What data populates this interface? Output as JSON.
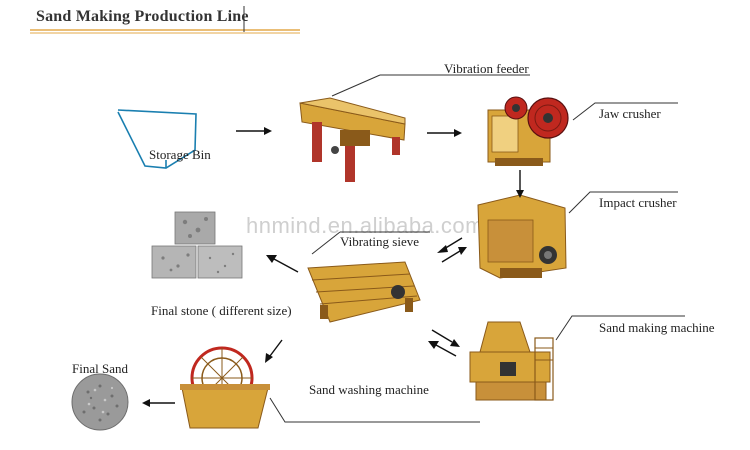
{
  "title": "Sand Making Production Line",
  "watermark": "hnmind.en.alibaba.com",
  "labels": {
    "vibration_feeder": "Vibration feeder",
    "storage_bin": "Storage Bin",
    "jaw_crusher": "Jaw crusher",
    "impact_crusher": "Impact crusher",
    "vibrating_sieve": "Vibrating sieve",
    "final_stone": "Final stone ( different size)",
    "sand_making_machine": "Sand making machine",
    "sand_washing_machine": "Sand washing machine",
    "final_sand": "Final Sand"
  },
  "colors": {
    "machine": "#d8a53a",
    "machine_dark": "#8a5a1a",
    "jaw_red": "#c0281f",
    "title_underline": "#e3a94a"
  }
}
